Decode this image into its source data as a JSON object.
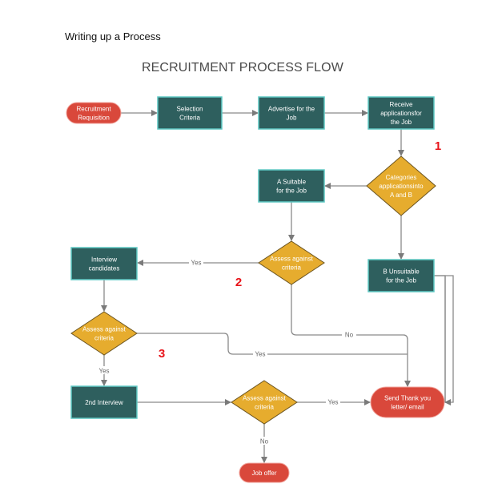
{
  "document": {
    "heading": "Writing up a Process"
  },
  "diagram": {
    "title": "RECRUITMENT PROCESS FLOW",
    "colors": {
      "terminator": "#d9483b",
      "process": "#2e5f5e",
      "process_border": "#5ec8c4",
      "decision": "#e6ac2e",
      "decision_border": "#6b5420",
      "connector": "#8a8a8a",
      "annotation": "#e8141a"
    },
    "nodes": [
      {
        "id": "recruitment-requisition",
        "type": "terminator",
        "lines": [
          "Recruitment",
          "Requisition"
        ]
      },
      {
        "id": "selection-criteria",
        "type": "process",
        "lines": [
          "Selection",
          "Criteria"
        ]
      },
      {
        "id": "advertise-job",
        "type": "process",
        "lines": [
          "Advertise for the",
          "Job"
        ]
      },
      {
        "id": "receive-applications",
        "type": "process",
        "lines": [
          "Receive",
          "applicationsfor",
          "the Job"
        ]
      },
      {
        "id": "categorise-applications",
        "type": "decision",
        "lines": [
          "Categories",
          "applicationsinto",
          "A and B"
        ]
      },
      {
        "id": "a-suitable",
        "type": "process",
        "lines": [
          "A Suitable",
          "for the Job"
        ]
      },
      {
        "id": "assess-criteria-1",
        "type": "decision",
        "lines": [
          "Assess against",
          "criteria"
        ]
      },
      {
        "id": "b-unsuitable",
        "type": "process",
        "lines": [
          "B Unsuitable",
          "for the Job"
        ]
      },
      {
        "id": "interview-candidates",
        "type": "process",
        "lines": [
          "Interview",
          "candidates"
        ]
      },
      {
        "id": "assess-criteria-2",
        "type": "decision",
        "lines": [
          "Assess against",
          "criteria"
        ]
      },
      {
        "id": "second-interview",
        "type": "process",
        "lines": [
          "2nd Interview"
        ]
      },
      {
        "id": "assess-criteria-3",
        "type": "decision",
        "lines": [
          "Assess against",
          "criteria"
        ]
      },
      {
        "id": "send-thank-you",
        "type": "terminator",
        "lines": [
          "Send Thank you",
          "letter/ email"
        ]
      },
      {
        "id": "job-offer",
        "type": "terminator",
        "lines": [
          "Job offer"
        ]
      }
    ],
    "edges": [
      {
        "from": "recruitment-requisition",
        "to": "selection-criteria",
        "label": ""
      },
      {
        "from": "selection-criteria",
        "to": "advertise-job",
        "label": ""
      },
      {
        "from": "advertise-job",
        "to": "receive-applications",
        "label": ""
      },
      {
        "from": "receive-applications",
        "to": "categorise-applications",
        "label": ""
      },
      {
        "from": "categorise-applications",
        "to": "a-suitable",
        "label": ""
      },
      {
        "from": "categorise-applications",
        "to": "b-unsuitable",
        "label": ""
      },
      {
        "from": "a-suitable",
        "to": "assess-criteria-1",
        "label": ""
      },
      {
        "from": "assess-criteria-1",
        "to": "interview-candidates",
        "label": "Yes"
      },
      {
        "from": "assess-criteria-1",
        "to": "send-thank-you",
        "label": "No"
      },
      {
        "from": "b-unsuitable",
        "to": "send-thank-you",
        "label": ""
      },
      {
        "from": "interview-candidates",
        "to": "assess-criteria-2",
        "label": ""
      },
      {
        "from": "assess-criteria-2",
        "to": "second-interview",
        "label": "Yes"
      },
      {
        "from": "assess-criteria-2",
        "to": "send-thank-you",
        "label": "Yes"
      },
      {
        "from": "second-interview",
        "to": "assess-criteria-3",
        "label": ""
      },
      {
        "from": "assess-criteria-3",
        "to": "send-thank-you",
        "label": "Yes"
      },
      {
        "from": "assess-criteria-3",
        "to": "job-offer",
        "label": "No"
      }
    ],
    "annotations": [
      "1",
      "2",
      "3"
    ]
  }
}
